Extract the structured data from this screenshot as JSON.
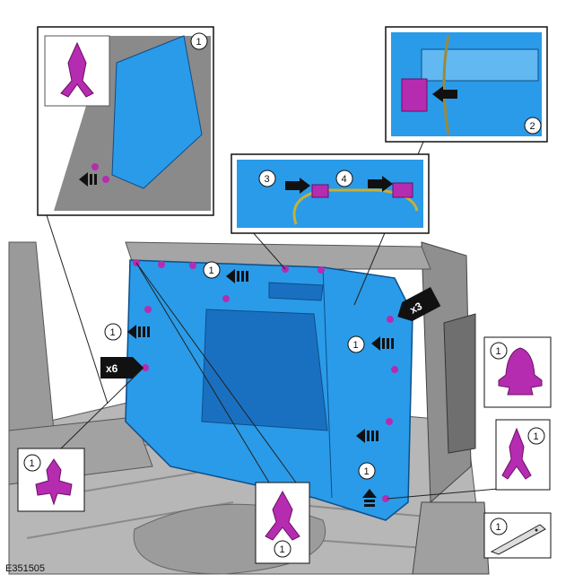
{
  "figure_id": "E351505",
  "callouts": {
    "inset_top_left": "1",
    "inset_top_right": "2",
    "inset_connector_a": "3",
    "inset_connector_b": "4",
    "panel_top": "1",
    "panel_left": "1",
    "panel_right_mid": "1",
    "panel_right_low": "1",
    "icon_clip_left": "1",
    "icon_clip_center": "1",
    "icon_pushpin_right": "1",
    "icon_clip_right": "1",
    "icon_tool": "1"
  },
  "multipliers": {
    "left": "x6",
    "right": "x3"
  },
  "colors": {
    "panel": "#2a9be8",
    "panel_dark": "#1a70c0",
    "clip": "#b62cb0",
    "line": "#222222",
    "vehicle": "#a8a8a8",
    "vehicle_dark": "#6a6a6a"
  }
}
